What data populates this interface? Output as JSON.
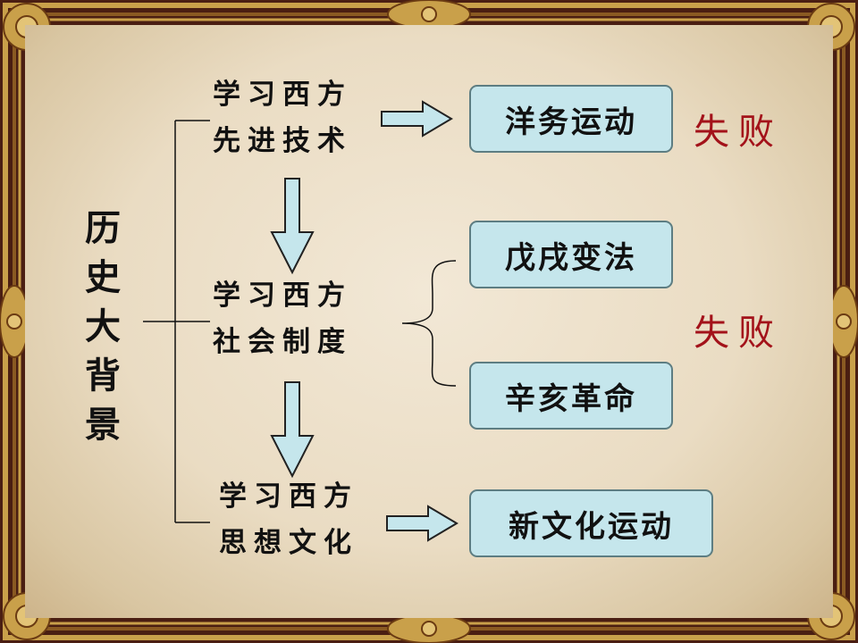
{
  "root": {
    "chars": [
      "历",
      "史",
      "大",
      "背",
      "景"
    ]
  },
  "steps": [
    {
      "line1": "学习西方",
      "line2": "先进技术"
    },
    {
      "line1": "学习西方",
      "line2": "社会制度"
    },
    {
      "line1": "学习西方",
      "line2": "思想文化"
    }
  ],
  "events": {
    "yangwu": "洋务运动",
    "wuxu": "戊戌变法",
    "xinhai": "辛亥革命",
    "xinwenhua": "新文化运动"
  },
  "results": {
    "first": "失败",
    "second": "失败"
  },
  "colors": {
    "box_fill": "#c5e6ec",
    "box_border": "#5d7d82",
    "result_text": "#a3121a",
    "frame_dark": "#4a1e12",
    "frame_gold": "#c9a04a"
  }
}
